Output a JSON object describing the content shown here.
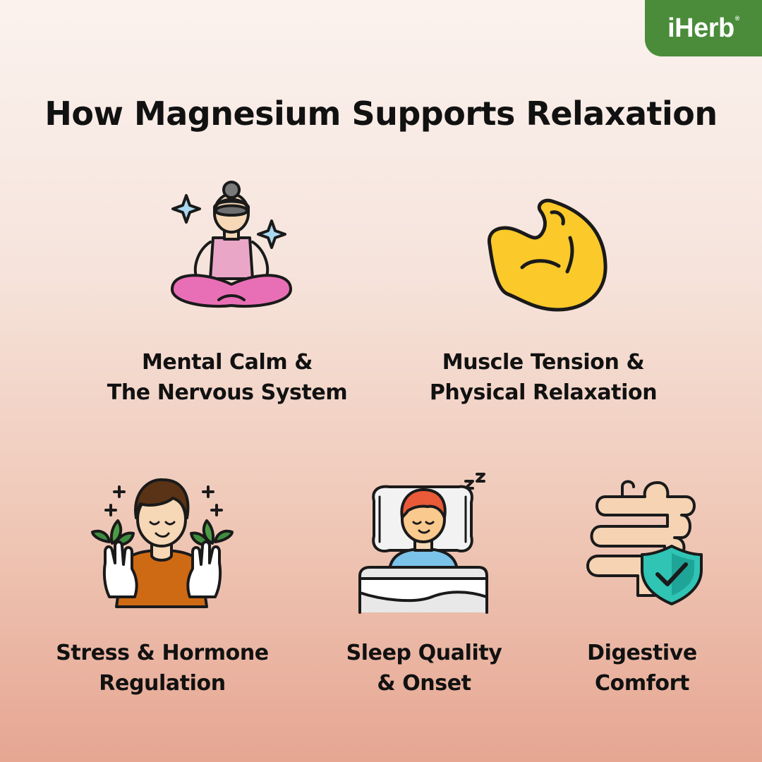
{
  "brand": {
    "name": "iHerb",
    "registered_mark": "®",
    "color": "#4a8c3a"
  },
  "title": "How Magnesium Supports Relaxation",
  "benefits": [
    {
      "icon": "meditation-icon",
      "line1": "Mental Calm &",
      "line2": "The Nervous System"
    },
    {
      "icon": "flexed-bicep-icon",
      "line1": "Muscle Tension &",
      "line2": "Physical Relaxation"
    },
    {
      "icon": "calm-person-icon",
      "line1": "Stress & Hormone",
      "line2": "Regulation"
    },
    {
      "icon": "sleeping-person-icon",
      "line1": "Sleep Quality",
      "line2": "& Onset"
    },
    {
      "icon": "digestive-shield-icon",
      "line1": "Digestive",
      "line2": "Comfort"
    }
  ],
  "colors": {
    "background_top": "#fbf2ee",
    "background_bottom": "#e6a692",
    "outline": "#1a1a1a"
  }
}
